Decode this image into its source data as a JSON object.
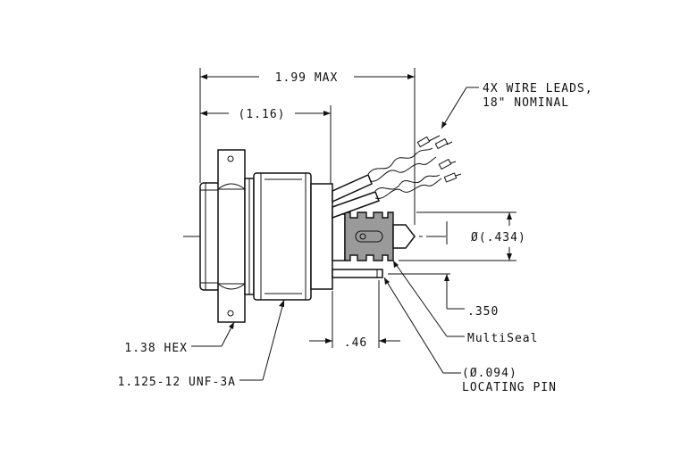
{
  "labels": {
    "max_length": "1.99 MAX",
    "body_length": "(1.16)",
    "wire_leads_line1": "4X WIRE LEADS,",
    "wire_leads_line2": "18\" NOMINAL",
    "diameter": "Ø(.434)",
    "pin_offset": ".350",
    "seal": "MultiSeal",
    "flange_gap": ".46",
    "locating_pin_line1": "(Ø.094)",
    "locating_pin_line2": "LOCATING PIN",
    "hex": "1.38 HEX",
    "thread": "1.125-12 UNF-3A"
  }
}
